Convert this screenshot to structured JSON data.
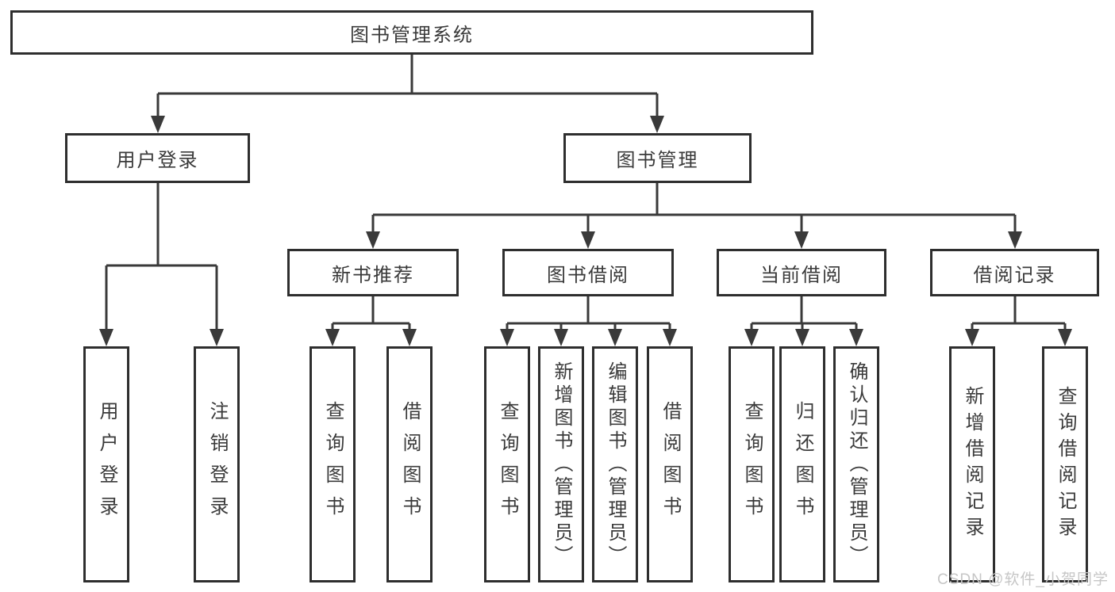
{
  "title": "图书管理系统",
  "watermark": {
    "text": "CSDN @软件_小贺同学"
  },
  "colors": {
    "line": "#3a3a3a",
    "box_border": "#2e2e2e",
    "box_fill": "#ffffff",
    "text": "#3a3a3a",
    "background": "#ffffff",
    "watermark_text": "#c6c6c6"
  },
  "tree": {
    "label": "图书管理系统",
    "children": [
      {
        "label": "用户登录",
        "children": [
          {
            "label": "用户登录"
          },
          {
            "label": "注销登录"
          }
        ]
      },
      {
        "label": "图书管理",
        "children": [
          {
            "label": "新书推荐",
            "children": [
              {
                "label": "查询图书"
              },
              {
                "label": "借阅图书"
              }
            ]
          },
          {
            "label": "图书借阅",
            "children": [
              {
                "label": "查询图书"
              },
              {
                "label": "新增图书（管理员）"
              },
              {
                "label": "编辑图书（管理员）"
              },
              {
                "label": "借阅图书"
              }
            ]
          },
          {
            "label": "当前借阅",
            "children": [
              {
                "label": "查询图书"
              },
              {
                "label": "归还图书"
              },
              {
                "label": "确认归还（管理员）"
              }
            ]
          },
          {
            "label": "借阅记录",
            "children": [
              {
                "label": "新增借阅记录"
              },
              {
                "label": "查询借阅记录"
              }
            ]
          }
        ]
      }
    ]
  }
}
